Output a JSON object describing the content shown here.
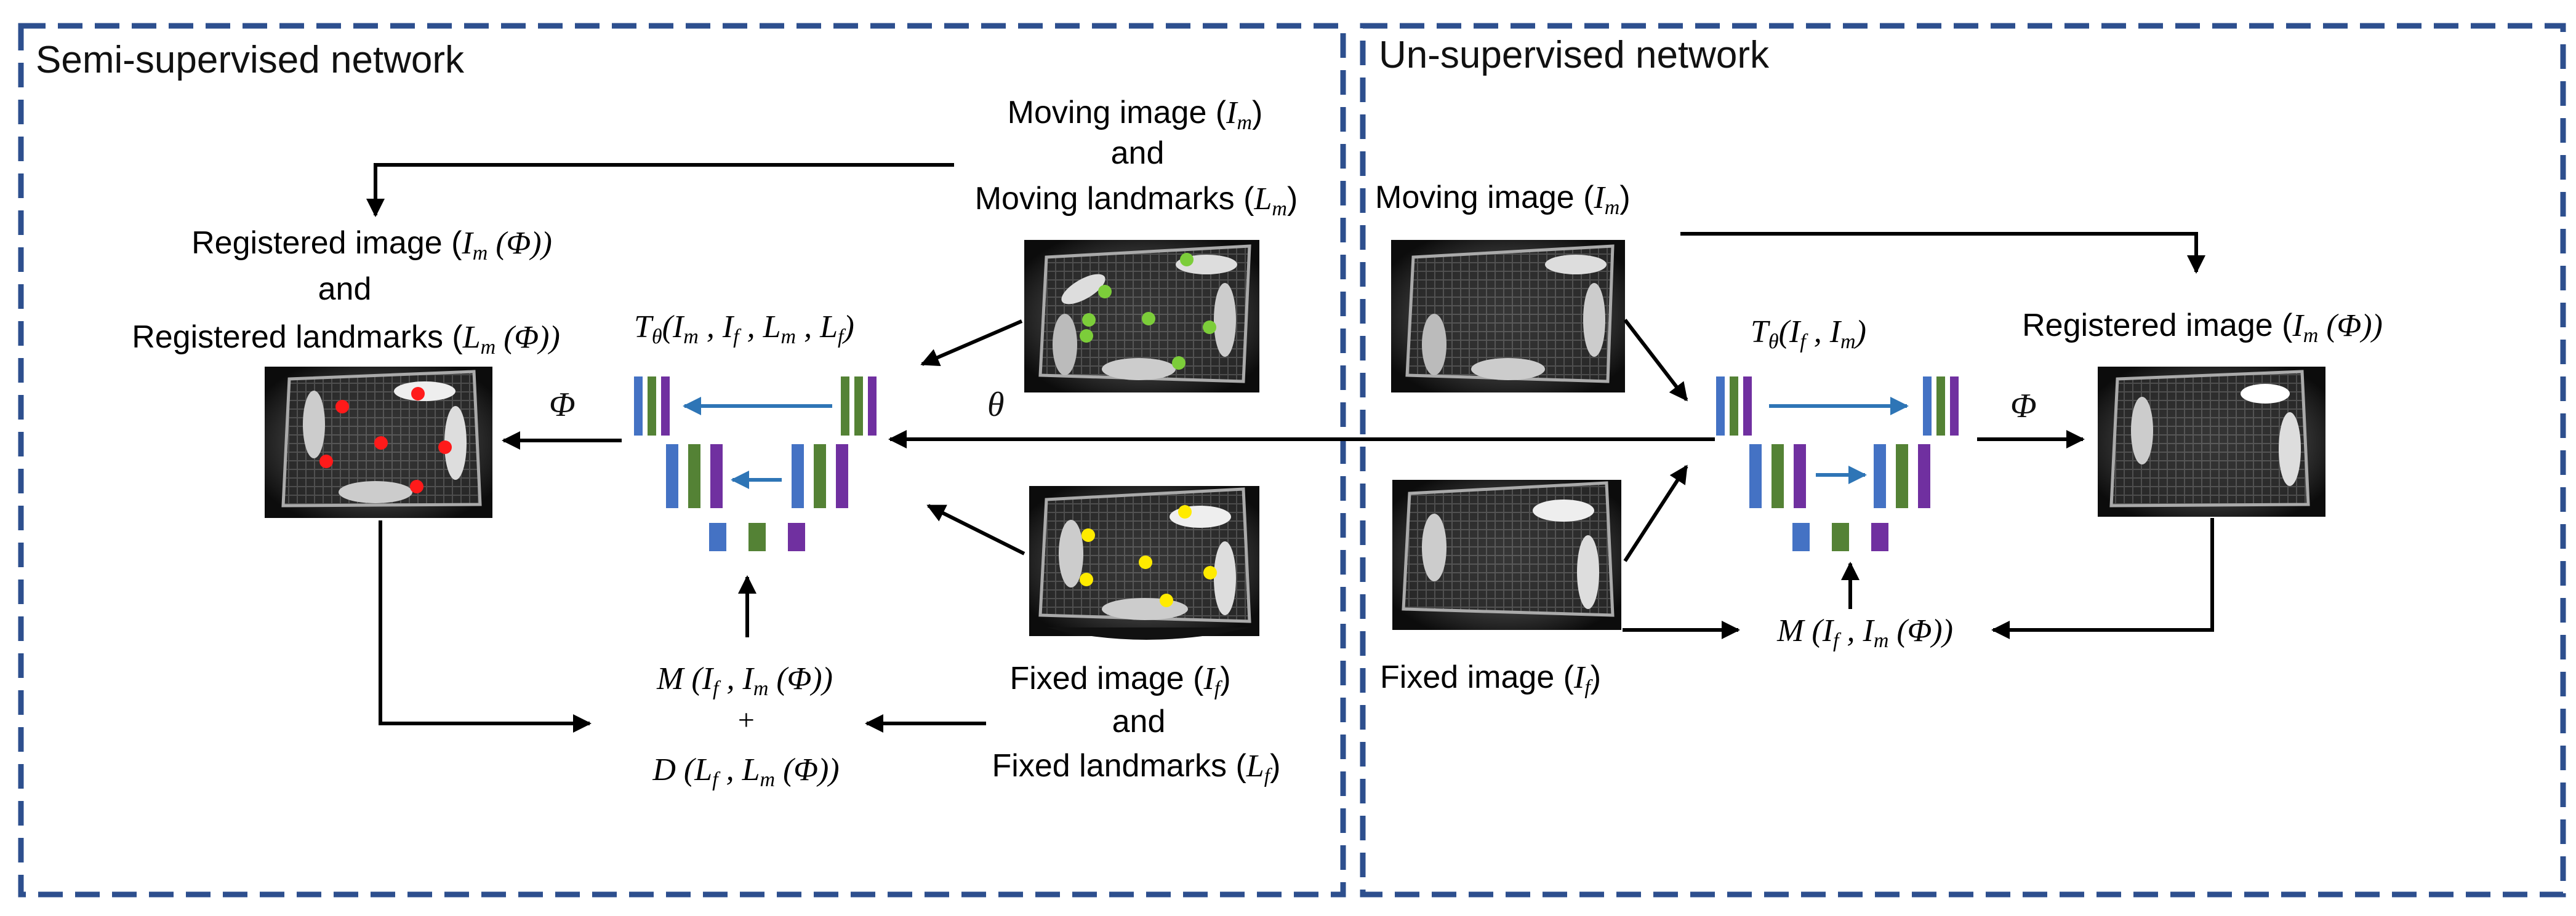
{
  "panels": {
    "semi": {
      "title": "Semi-supervised network"
    },
    "unsup": {
      "title": "Un-supervised network"
    }
  },
  "semi": {
    "moving_image": "Moving image (",
    "moving_image_sym": "I",
    "moving_image_sub": "m",
    "moving_image_close": ")",
    "and_1": "and",
    "moving_landmarks": "Moving landmarks (",
    "moving_landmarks_sym": "L",
    "moving_landmarks_sub": "m",
    "moving_landmarks_close": ")",
    "registered_image": "Registered image (",
    "registered_image_expr": "I",
    "registered_image_sub": "m",
    "registered_image_phi": " (Φ))",
    "and_2": "and",
    "registered_landmarks": "Registered landmarks (",
    "registered_landmarks_sym": "L",
    "registered_landmarks_sub": "m",
    "registered_landmarks_phi": " (Φ))",
    "network_T": "T",
    "network_theta_sub": "θ",
    "network_args": "(I",
    "network_args_full": ", I",
    "phi": "Φ",
    "theta": "θ",
    "loss_M": "M (I",
    "loss_M_rest": ", I",
    "loss_plus": "+",
    "loss_D": "D (L",
    "fixed_image": "Fixed image (",
    "fixed_image_sym": "I",
    "fixed_image_sub": "f",
    "fixed_image_close": ")",
    "and_3": "and",
    "fixed_landmarks": "Fixed landmarks (",
    "fixed_landmarks_sym": "L",
    "fixed_landmarks_sub": "f",
    "fixed_landmarks_close": ")"
  },
  "unsup": {
    "moving_image": "Moving image (",
    "moving_image_sym": "I",
    "moving_image_sub": "m",
    "moving_image_close": ")",
    "registered_image": "Registered image (",
    "registered_image_sym": "I",
    "registered_image_sub": "m",
    "registered_image_phi": " (Φ))",
    "network_T": "T",
    "network_theta_sub": "θ",
    "phi": "Φ",
    "fixed_image": "Fixed image (",
    "fixed_image_sym": "I",
    "fixed_image_sub": "f",
    "fixed_image_close": ")",
    "loss_M": "M (I"
  },
  "colors": {
    "dashed_border": "#2d4f8e",
    "arrow": "#000000",
    "blue_arrow": "#2e75b6",
    "bar_blue": "#4472c4",
    "bar_green": "#548235",
    "bar_purple": "#7030a0",
    "landmark_green": "#7ccd3a",
    "landmark_yellow": "#ffeb00",
    "landmark_red": "#ff1a1a"
  }
}
